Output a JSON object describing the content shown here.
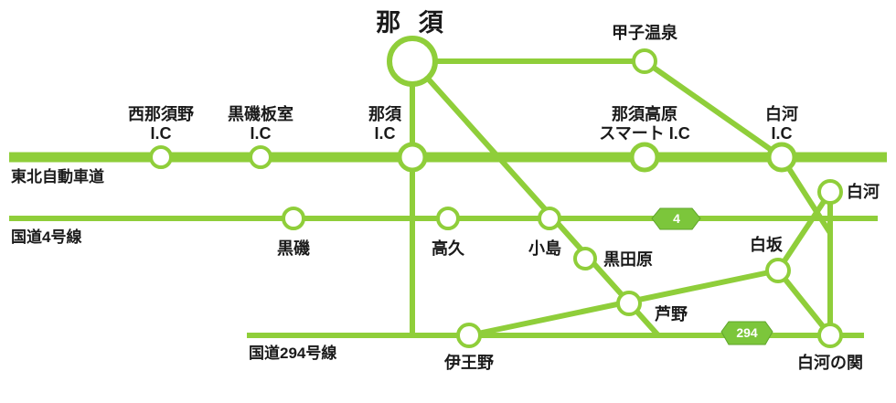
{
  "map": {
    "roads": {
      "tohoku_expressway": "東北自動車道",
      "route4": "国道4号線",
      "route294": "国道294号線"
    },
    "shields": {
      "route4": "4",
      "route294": "294"
    },
    "places": {
      "nasu": "那 須",
      "koshi_onsen": "甲子温泉",
      "nishinasuno_ic_1": "西那須野",
      "nishinasuno_ic_2": "I.C",
      "kuroiso_itamuro_ic_1": "黒磯板室",
      "kuroiso_itamuro_ic_2": "I.C",
      "nasu_ic_1": "那須",
      "nasu_ic_2": "I.C",
      "nasukogen_smart_ic_1": "那須高原",
      "nasukogen_smart_ic_2": "スマート I.C",
      "shirakawa_ic_1": "白河",
      "shirakawa_ic_2": "I.C",
      "shirakawa": "白河",
      "kuroiso": "黒磯",
      "takaku": "高久",
      "kojima": "小島",
      "kurodahara": "黒田原",
      "shirasaka": "白坂",
      "ashino": "芦野",
      "ionno": "伊王野",
      "shirakawa_no_seki": "白河の関"
    }
  }
}
